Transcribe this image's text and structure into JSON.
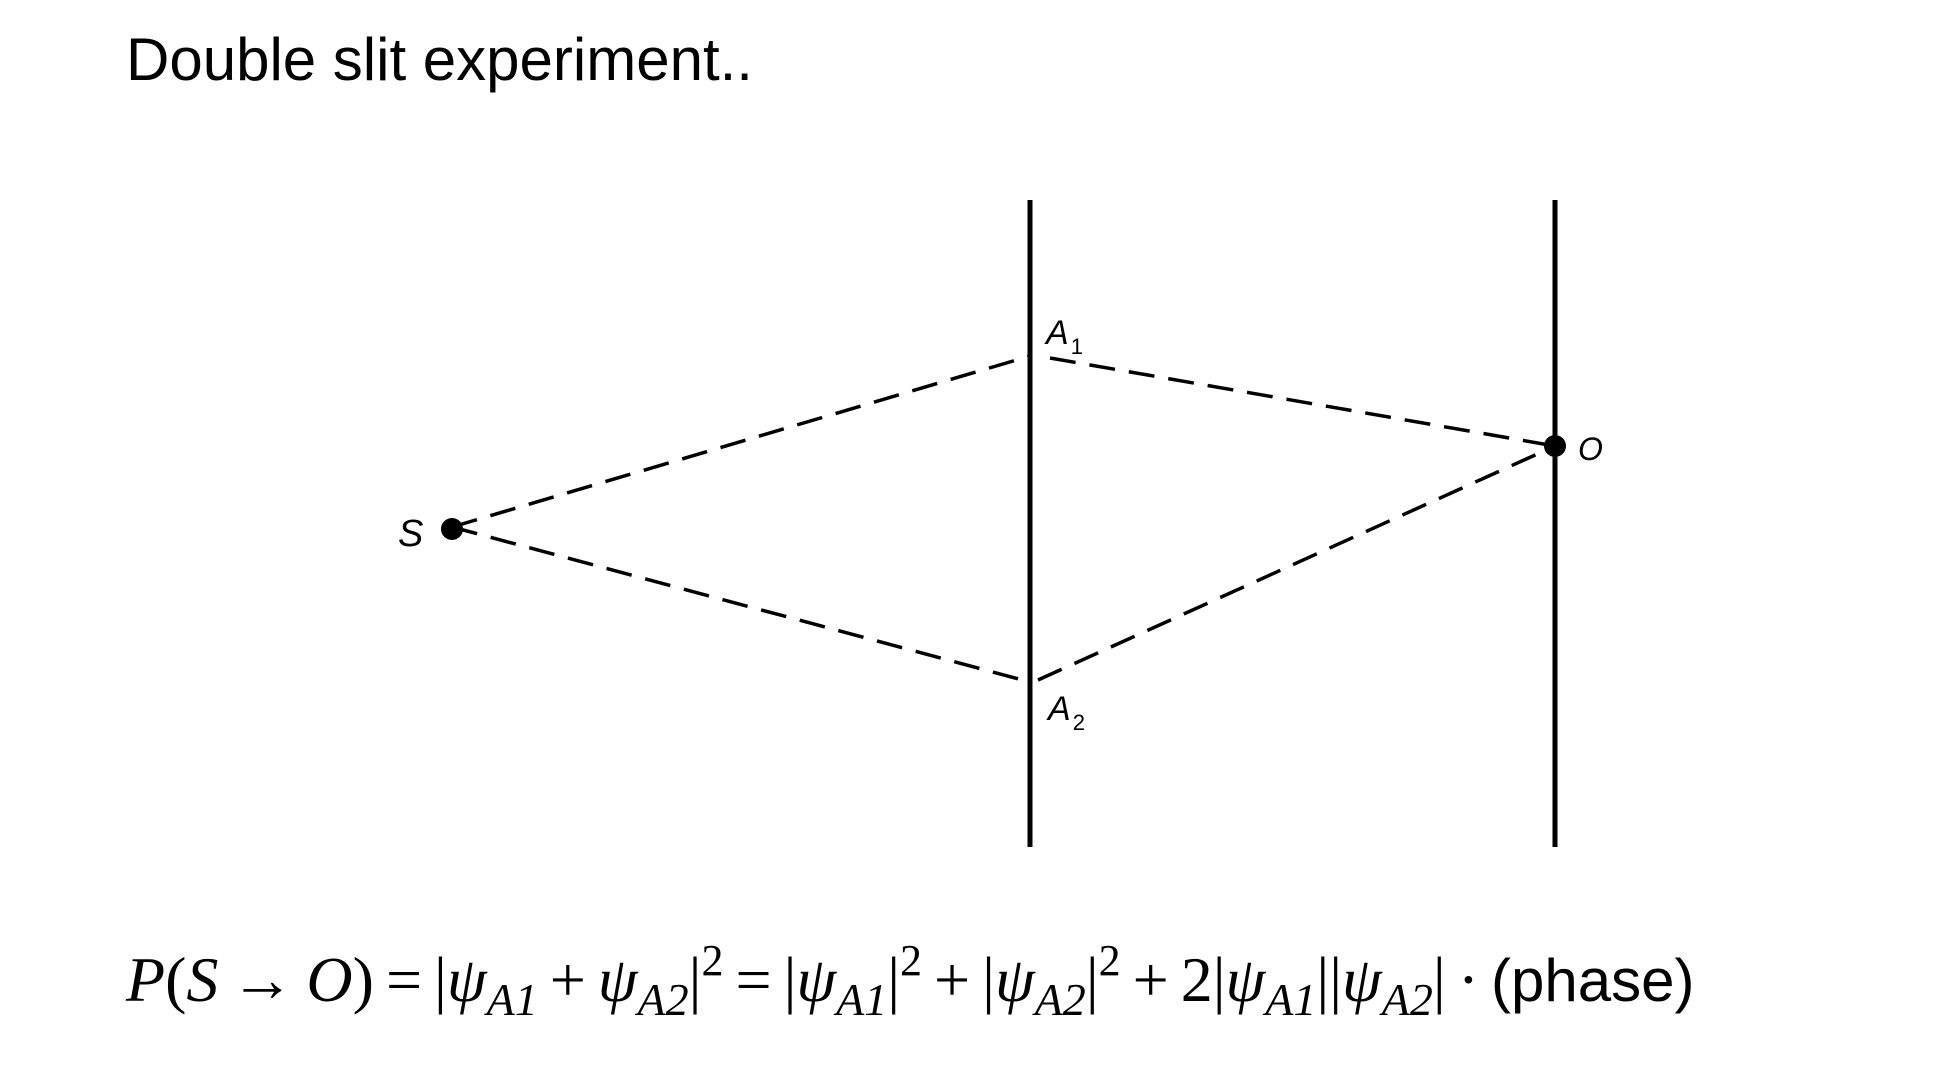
{
  "title": "Double slit experiment..",
  "diagram": {
    "source_label": "S",
    "observer_label": "O",
    "slit1": {
      "letter": "A",
      "index": "1"
    },
    "slit2": {
      "letter": "A",
      "index": "2"
    }
  },
  "formula": {
    "prob": "P",
    "paren_open": "(",
    "from": "S",
    "arrow": "→",
    "to": "O",
    "paren_close": ")",
    "eq": "=",
    "bar": "|",
    "psi": "ψ",
    "sub1": "A1",
    "sub2": "A2",
    "plus": "+",
    "square": "2",
    "two": "2",
    "dot": "·",
    "phase": "(phase)"
  }
}
